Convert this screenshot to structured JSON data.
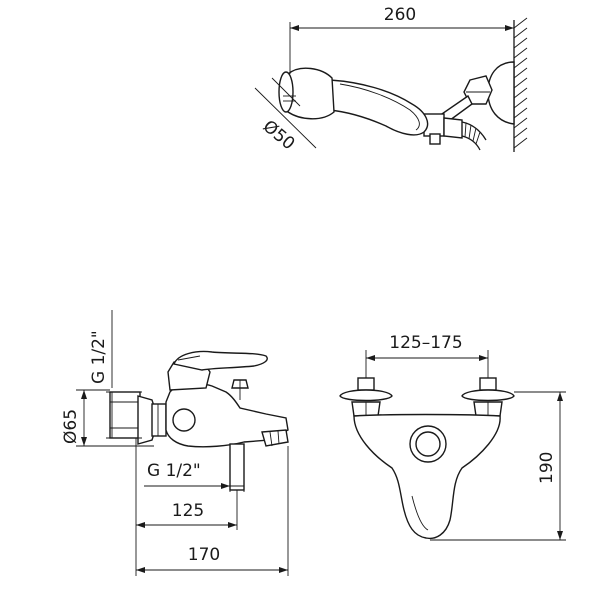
{
  "hand_shower_view": {
    "length_label": "260",
    "head_diameter_label": "Ø50"
  },
  "side_view": {
    "inlet_thread_label": "G 1/2\"",
    "flange_diameter_label": "Ø65",
    "outlet_thread_label": "G 1/2\"",
    "outlet_distance_label": "125",
    "total_depth_label": "170"
  },
  "front_view": {
    "inlet_spacing_label": "125–175",
    "height_label": "190"
  }
}
